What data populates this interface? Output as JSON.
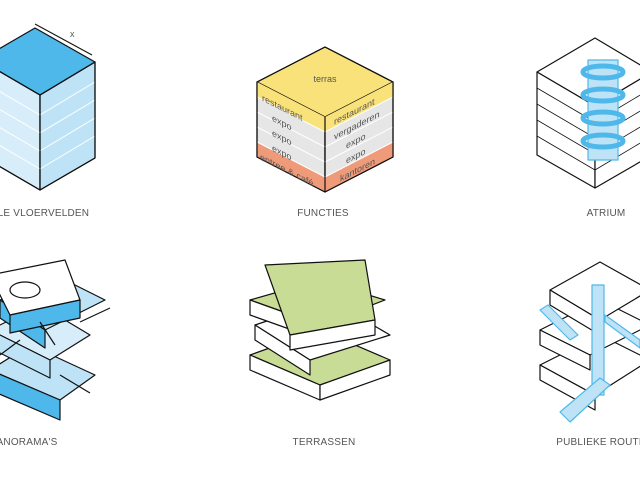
{
  "captions": {
    "vloervelden": "ELE VLOERVELDEN",
    "functies": "FUNCTIES",
    "atrium": "ATRIUM",
    "panoramas": "ANORAMA'S",
    "terrassen": "TERRASSEN",
    "publieke_route": "PUBLIEKE ROUTE"
  },
  "dimension_label": "x",
  "functies": {
    "top": "terras",
    "left": [
      "restaurant",
      "expo",
      "expo",
      "expo",
      "entree & café"
    ],
    "right": [
      "restaurant",
      "vergaderen",
      "expo",
      "expo",
      "kantoren"
    ]
  },
  "colors": {
    "blue": "#4fb8ea",
    "light_blue": "#bfe3f6",
    "yellow": "#f9e27a",
    "grey": "#e6e6e6",
    "orange": "#ef9a78",
    "green": "#c8dc96",
    "outline": "#111111"
  }
}
